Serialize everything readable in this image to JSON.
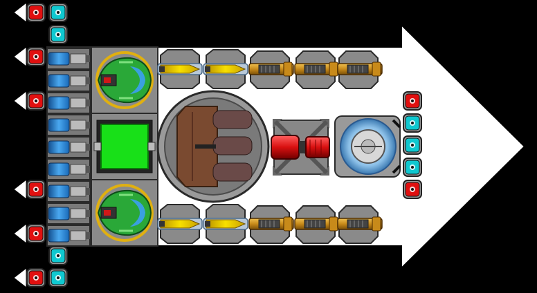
{
  "colors": {
    "background": "#000000",
    "hull": "#ffffff",
    "panel": "#7a7a7a",
    "panel_dark": "#4a4a4a",
    "red_connector": "#e01010",
    "cyan_connector": "#10c8d0",
    "thruster_blue": "#2a8fe0",
    "core_green": "#18e018",
    "shield_green": "#2aa838",
    "gold_ring": "#e0b010",
    "laser_yellow": "#f0d000",
    "cannon_bronze": "#c88a1a",
    "reactor_brown": "#7a4a30"
  },
  "ship": {
    "left_connectors": [
      {
        "kind": "red",
        "col": 0,
        "row": 0
      },
      {
        "kind": "cyan",
        "col": 1,
        "row": 0
      },
      {
        "kind": "cyan",
        "col": 1,
        "row": 1
      },
      {
        "kind": "red",
        "col": 0,
        "row": 2
      },
      {
        "kind": "red",
        "col": 0,
        "row": 4
      },
      {
        "kind": "red",
        "col": 0,
        "row": 8
      },
      {
        "kind": "red",
        "col": 0,
        "row": 10
      },
      {
        "kind": "cyan",
        "col": 1,
        "row": 11
      },
      {
        "kind": "red",
        "col": 0,
        "row": 12
      },
      {
        "kind": "cyan",
        "col": 1,
        "row": 12
      }
    ],
    "thrusters": 9,
    "right_connectors": [
      "red",
      "cyan",
      "cyan",
      "cyan",
      "red"
    ],
    "modules": [
      {
        "name": "shield-generator-top",
        "icon": "shield-generator-icon"
      },
      {
        "name": "command-core",
        "icon": "core-icon"
      },
      {
        "name": "shield-generator-bottom",
        "icon": "shield-generator-icon"
      },
      {
        "name": "reactor",
        "icon": "reactor-icon"
      },
      {
        "name": "red-cannon",
        "icon": "cannon-icon"
      },
      {
        "name": "radar-dome",
        "icon": "radar-icon"
      }
    ],
    "weapon_rows": [
      [
        "laser",
        "laser",
        "railgun",
        "railgun",
        "railgun"
      ],
      [
        "laser",
        "laser",
        "railgun",
        "railgun",
        "railgun"
      ]
    ]
  }
}
